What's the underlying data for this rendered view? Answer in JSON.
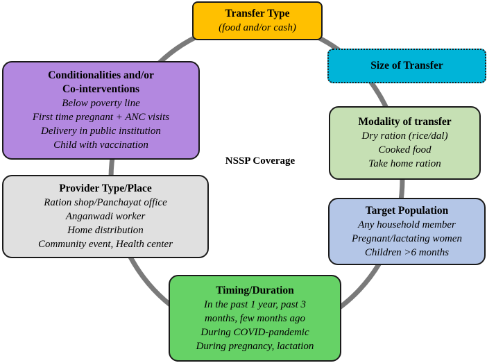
{
  "center_label": "NSSP Coverage",
  "nodes": {
    "transfer_type": {
      "title": "Transfer Type",
      "items": [
        "(food and/or cash)"
      ],
      "color": "#ffc000"
    },
    "size_of_transfer": {
      "title": "Size of Transfer",
      "items": [],
      "color": "#00b4d8"
    },
    "modality": {
      "title": "Modality of transfer",
      "items": [
        "Dry ration (rice/dal)",
        "Cooked food",
        "Take home ration"
      ],
      "color": "#c6e0b4"
    },
    "target_population": {
      "title": "Target Population",
      "items": [
        "Any household member",
        "Pregnant/lactating women",
        "Children >6 months"
      ],
      "color": "#b4c6e7"
    },
    "timing": {
      "title": "Timing/Duration",
      "items": [
        "In the past 1 year, past 3",
        "months, few months ago",
        "During COVID-pandemic",
        "During pregnancy, lactation"
      ],
      "color": "#66d266"
    },
    "provider": {
      "title": "Provider Type/Place",
      "items": [
        "Ration shop/Panchayat office",
        "Anganwadi worker",
        "Home distribution",
        "Community event, Health center"
      ],
      "color": "#e0e0e0"
    },
    "conditionalities": {
      "title_lines": [
        "Conditionalities and/or",
        "Co-interventions"
      ],
      "items": [
        "Below poverty line",
        "First time pregnant + ANC visits",
        "Delivery in public institution",
        "Child with vaccination"
      ],
      "color": "#b388e0"
    }
  },
  "ring_color": "#7a7a7a"
}
